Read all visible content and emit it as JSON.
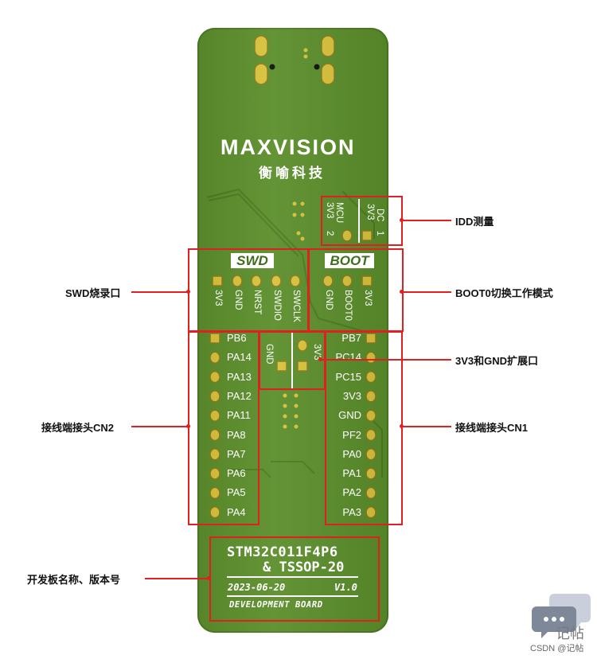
{
  "brand": {
    "logo": "MAXVISION",
    "logo_cn": "衡喻科技"
  },
  "headers": {
    "swd": "SWD",
    "boot": "BOOT"
  },
  "idd": {
    "mcu": "MCU",
    "mcu_v": "3V3",
    "mcu_n": "2",
    "dc": "DC",
    "dc_v": "3V3",
    "dc_n": "1"
  },
  "swd_pins": [
    "3V3",
    "GND",
    "NRST",
    "SWDIO",
    "SWCLK"
  ],
  "boot_pins": [
    "GND",
    "BOOT0",
    "3V3"
  ],
  "ext_pins": [
    "GND",
    "3V3"
  ],
  "cn2_pins": [
    "PB6",
    "PA14",
    "PA13",
    "PA12",
    "PA11",
    "PA8",
    "PA7",
    "PA6",
    "PA5",
    "PA4"
  ],
  "cn1_pins": [
    "PB7",
    "PC14",
    "PC15",
    "3V3",
    "GND",
    "PF2",
    "PA0",
    "PA1",
    "PA2",
    "PA3"
  ],
  "silkscreen": {
    "line1": "STM32C011F4P6",
    "line2": "& TSSOP-20",
    "date": "2023-06-20",
    "version": "V1.0",
    "footer": "DEVELOPMENT BOARD"
  },
  "callouts": {
    "idd": "IDD测量",
    "swd": "SWD烧录口",
    "boot": "BOOT0切换工作模式",
    "ext": "3V3和GND扩展口",
    "cn2": "接线端接头CN2",
    "cn1": "接线端接头CN1",
    "name": "开发板名称、版本号"
  },
  "watermark": {
    "text": "记帖",
    "sub": "CSDN @记帖"
  },
  "colors": {
    "board": "#5b8e2b",
    "pad": "#d8c23a",
    "annotation": "#e02020"
  }
}
